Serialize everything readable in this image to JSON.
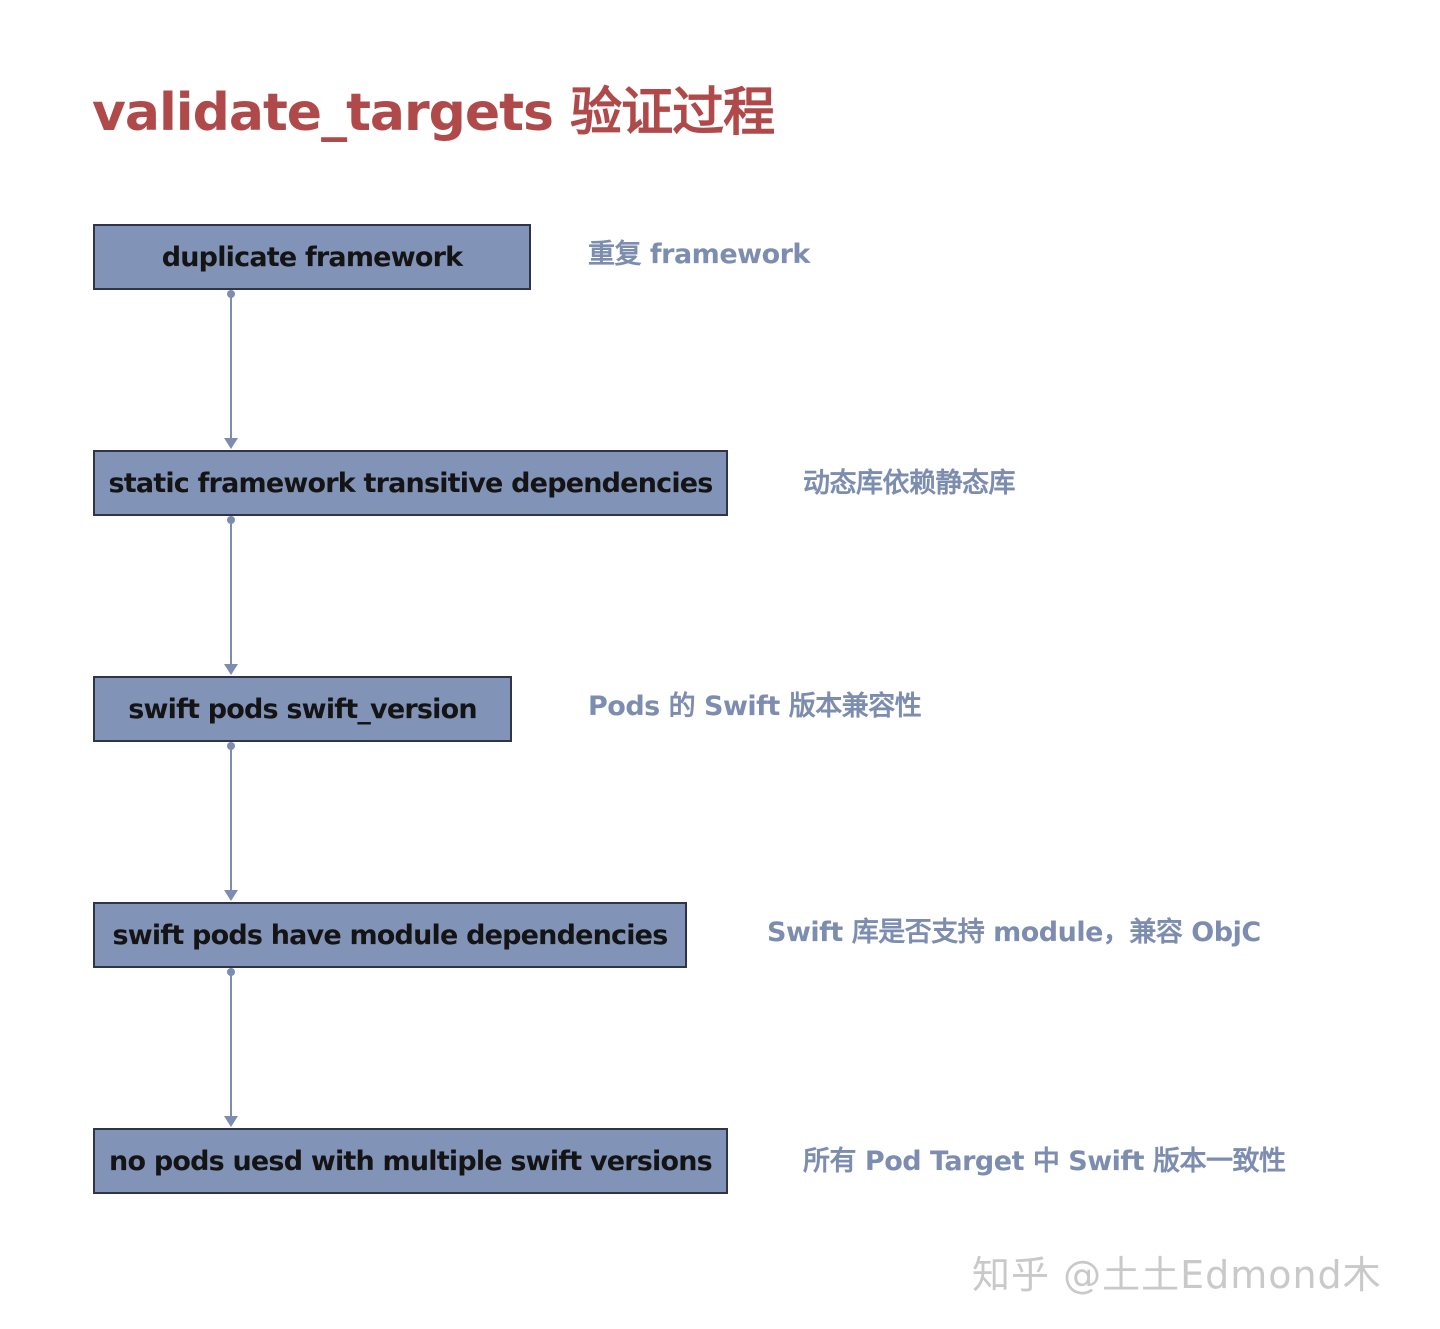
{
  "title": "validate_targets 验证过程",
  "colors": {
    "title": "#b04a4a",
    "box_fill": "#8293b8",
    "box_border": "#2f3448",
    "connector": "#7d8db0",
    "note": "#7d8db0",
    "watermark": "#c9c9c9"
  },
  "steps": [
    {
      "label": "duplicate framework",
      "note": "重复 framework"
    },
    {
      "label": "static framework transitive dependencies",
      "note": "动态库依赖静态库"
    },
    {
      "label": "swift pods swift_version",
      "note": "Pods 的 Swift 版本兼容性"
    },
    {
      "label": "swift pods have module dependencies",
      "note": "Swift 库是否支持 module，兼容 ObjC"
    },
    {
      "label": "no pods uesd with multiple swift versions",
      "note": "所有 Pod Target 中 Swift 版本一致性"
    }
  ],
  "watermark": "知乎 @土土Edmond木"
}
